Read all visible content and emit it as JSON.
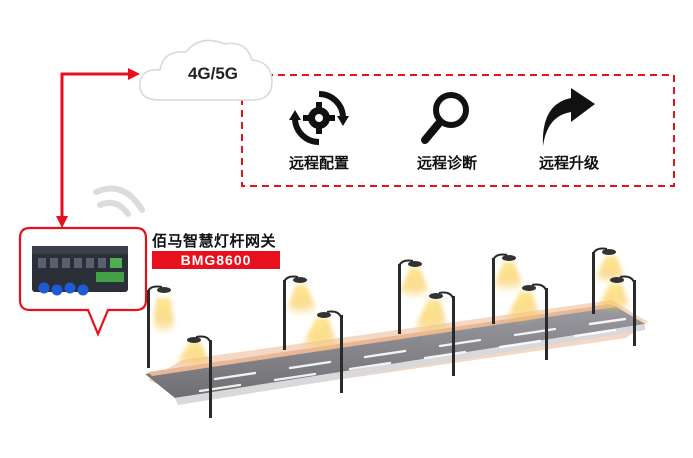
{
  "network": {
    "label": "4G/5G"
  },
  "features": [
    {
      "label": "远程配置",
      "icon": "gear-cycle-icon"
    },
    {
      "label": "远程诊断",
      "icon": "magnifier-icon"
    },
    {
      "label": "远程升级",
      "icon": "upgrade-arrow-icon"
    }
  ],
  "gateway": {
    "title": "佰马智慧灯杆网关",
    "model": "BMG8600"
  },
  "colors": {
    "accent": "#e8101c",
    "light": "#f6c443",
    "road": "#7b7b7f"
  }
}
